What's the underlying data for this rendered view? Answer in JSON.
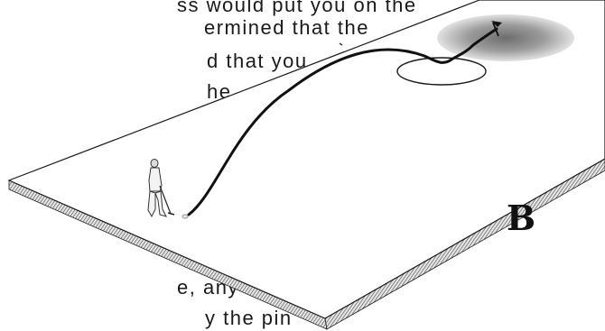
{
  "text_fragments": {
    "line1": "ss would put you on the",
    "line2": "ermined that the",
    "line3": "d that you",
    "line4": "he",
    "line5": "e, any",
    "line6": "y  the  pin"
  },
  "figure": {
    "label": "B",
    "elements": [
      "fairway-board",
      "golfer",
      "ball-trajectory",
      "sand-trap",
      "green",
      "flag-pin"
    ],
    "colors": {
      "stroke": "#111111",
      "green_shade": "#8a8a8a",
      "board_edge": "#555555"
    }
  }
}
